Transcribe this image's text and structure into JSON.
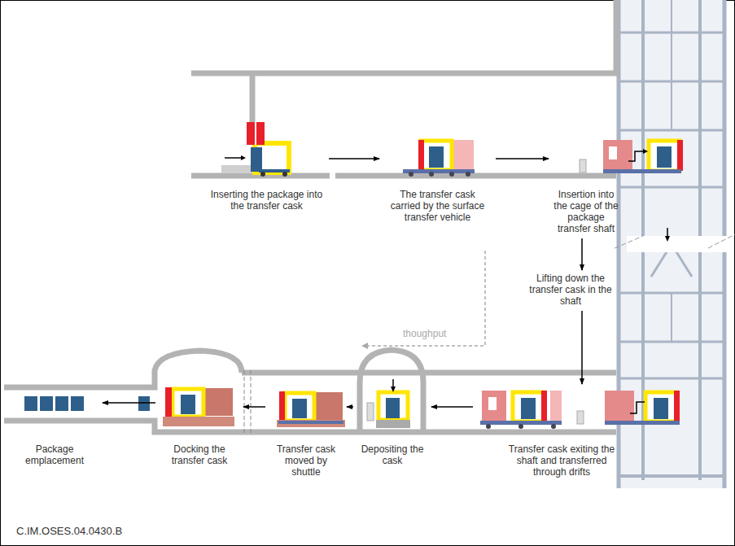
{
  "diagram": {
    "nodes": [
      {
        "text": [
          "Inserting the package into the transfer cask"
        ]
      },
      {
        "text": [
          "The transfer cask carried by the surface transfer vehicle"
        ]
      },
      {
        "text": [
          "Insertion into the cage of the package transfer shaft"
        ]
      },
      {
        "text": [
          "Lifting down the transfer cask in the shaft"
        ]
      },
      {
        "text": [
          "Transfer cask exiting the shaft and transferred through drifts"
        ]
      },
      {
        "text": [
          "Depositing the cask"
        ]
      },
      {
        "text": [
          "Transfer cask moved by shuttle"
        ]
      },
      {
        "text": [
          "Docking the transfer cask"
        ]
      },
      {
        "text": [
          "Package emplacement"
        ]
      }
    ],
    "edges": [
      {
        "from": 0,
        "to": 1,
        "arrow": "to"
      },
      {
        "from": 1,
        "to": 2,
        "arrow": "to"
      },
      {
        "from": 2,
        "to": 3,
        "arrow": "to"
      },
      {
        "from": 3,
        "to": 4,
        "arrow": "to"
      },
      {
        "from": 4,
        "to": 5,
        "arrow": "to"
      },
      {
        "from": 5,
        "to": 6,
        "arrow": "to"
      },
      {
        "from": 6,
        "to": 7,
        "arrow": "to"
      },
      {
        "from": 7,
        "to": 8,
        "arrow": "to"
      }
    ],
    "labels": [
      "thoughput",
      "C.IM.OSES.04.0430.B"
    ]
  }
}
